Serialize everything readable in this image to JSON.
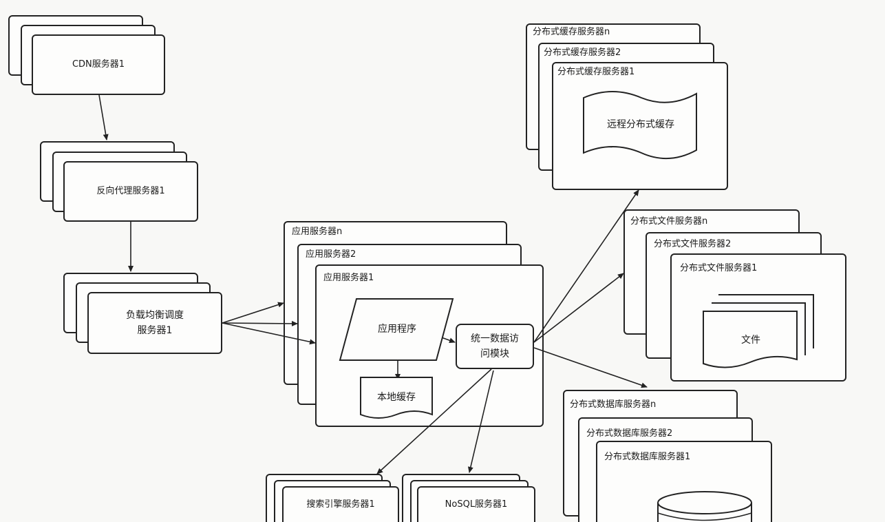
{
  "cdn": {
    "back_label": "",
    "front_label": "CDN服务器1"
  },
  "proxy": {
    "front_label": "反向代理服务器1"
  },
  "lb": {
    "front_label": "负载均衡调度\n服务器1"
  },
  "app": {
    "label_n": "应用服务器n",
    "label_2": "应用服务器2",
    "label_1": "应用服务器1",
    "program": "应用程序",
    "local_cache": "本地缓存",
    "data_access": "统一数据访\n问模块"
  },
  "cache": {
    "label_n": "分布式缓存服务器n",
    "label_2": "分布式缓存服务器2",
    "label_1": "分布式缓存服务器1",
    "remote_cache": "远程分布式缓存"
  },
  "file": {
    "label_n": "分布式文件服务器n",
    "label_2": "分布式文件服务器2",
    "label_1": "分布式文件服务器1",
    "doc": "文件"
  },
  "db": {
    "label_n": "分布式数据库服务器n",
    "label_2": "分布式数据库服务器2",
    "label_1": "分布式数据库服务器1"
  },
  "search": {
    "front_label": "搜索引擎服务器1"
  },
  "nosql": {
    "front_label": "NoSQL服务器1"
  }
}
